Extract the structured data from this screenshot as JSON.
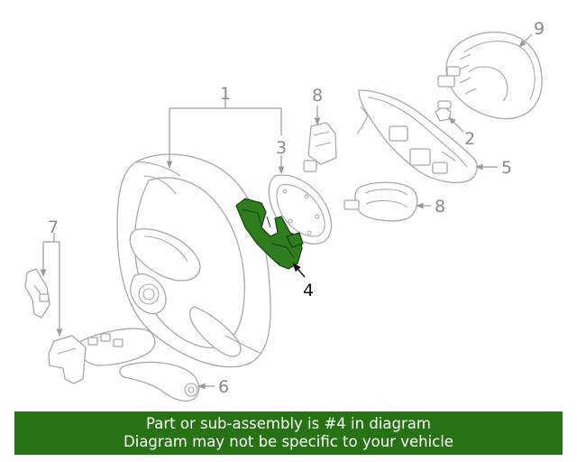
{
  "diagram": {
    "callouts": [
      "1",
      "2",
      "3",
      "4",
      "5",
      "6",
      "7",
      "8",
      "8",
      "9"
    ],
    "highlighted_part": "4",
    "colors": {
      "highlight": "#2f7d1f",
      "banner": "#267214",
      "line_art": "#a8a8a8"
    }
  },
  "banner": {
    "line1": "Part or sub-assembly is #4 in diagram",
    "line2": "Diagram may not be specific to your vehicle"
  }
}
